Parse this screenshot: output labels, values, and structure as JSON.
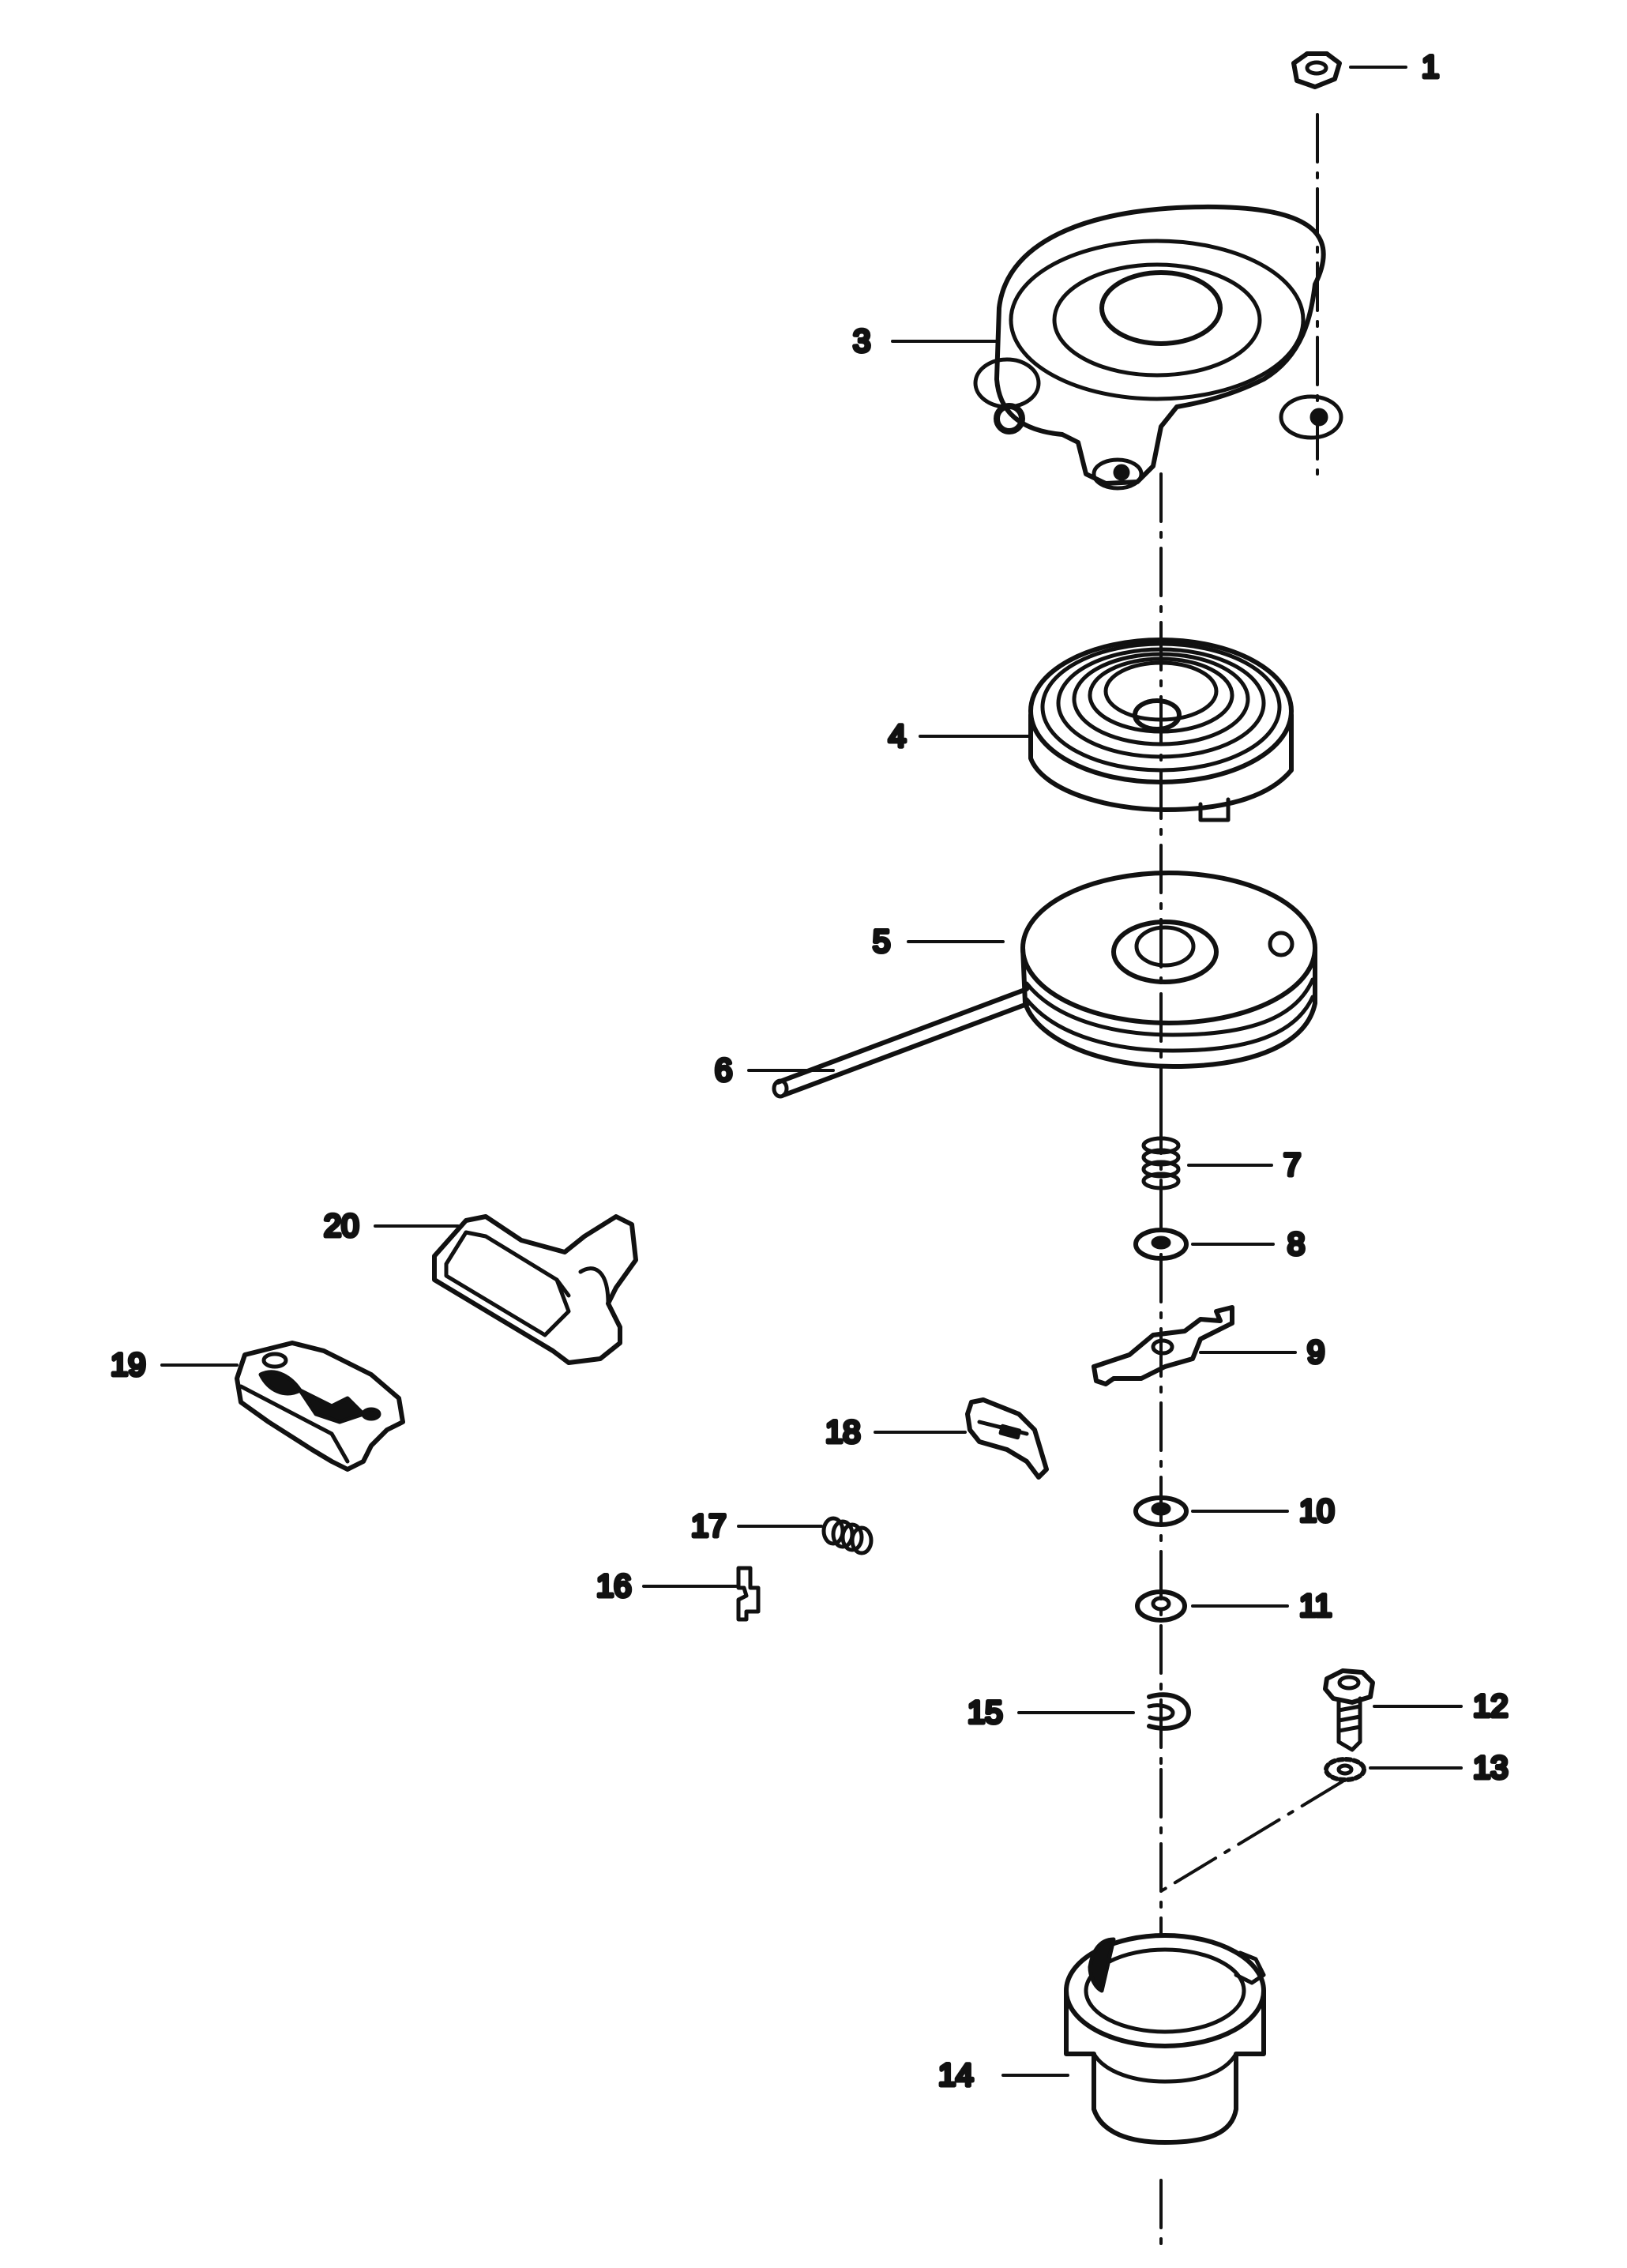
{
  "diagram": {
    "parts": [
      {
        "id": "nut",
        "number": "1"
      },
      {
        "id": "starter-housing",
        "number": "3"
      },
      {
        "id": "rewind-spring",
        "number": "4"
      },
      {
        "id": "rope-pulley",
        "number": "5"
      },
      {
        "id": "starter-rope",
        "number": "6"
      },
      {
        "id": "pawl-spring",
        "number": "7"
      },
      {
        "id": "upper-washer",
        "number": "8"
      },
      {
        "id": "friction-plate",
        "number": "9"
      },
      {
        "id": "middle-washer",
        "number": "10"
      },
      {
        "id": "lower-washer",
        "number": "11"
      },
      {
        "id": "bolt",
        "number": "12"
      },
      {
        "id": "lock-washer",
        "number": "13"
      },
      {
        "id": "starter-cup",
        "number": "14"
      },
      {
        "id": "retaining-ring",
        "number": "15"
      },
      {
        "id": "clip",
        "number": "16"
      },
      {
        "id": "small-spring",
        "number": "17"
      },
      {
        "id": "pawl",
        "number": "18"
      },
      {
        "id": "handle-insert",
        "number": "19"
      },
      {
        "id": "starter-handle",
        "number": "20"
      }
    ],
    "ink_color": "#111111",
    "background_color": "#ffffff"
  }
}
